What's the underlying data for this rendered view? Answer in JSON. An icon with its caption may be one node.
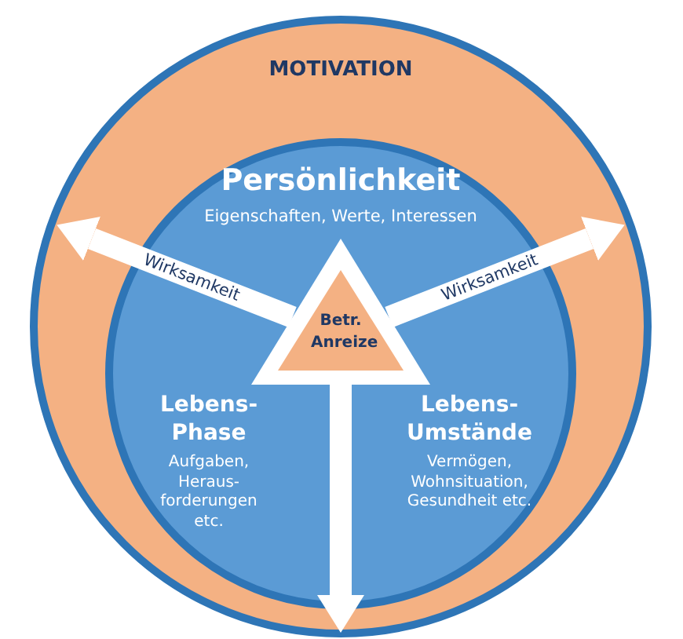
{
  "diagram": {
    "nodes": [
      {
        "text": [
          "MOTIVATION"
        ]
      },
      {
        "text": [],
        "shape": "circle",
        "in": 0
      },
      {
        "text": [
          "Persönlichkeit",
          "Eigenschaften, Werte, Interessen"
        ],
        "in": 1
      },
      {
        "text": [
          "Betr. Anreize"
        ],
        "in": 1
      },
      {
        "text": [
          "Lebens-Phase",
          "Aufgaben, Heraus-forderungen etc."
        ],
        "in": 1
      },
      {
        "text": [
          "Lebens-Umstände",
          "Vermögen, Wohnsituation, Gesundheit etc."
        ],
        "in": 1
      }
    ],
    "edges": [
      {
        "from": 3,
        "to": null,
        "arrow": "to",
        "label": "Wirksamkeit"
      },
      {
        "from": 3,
        "to": null,
        "arrow": "to",
        "label": "Wirksamkeit"
      },
      {
        "from": 3,
        "to": null,
        "arrow": "to"
      }
    ]
  }
}
